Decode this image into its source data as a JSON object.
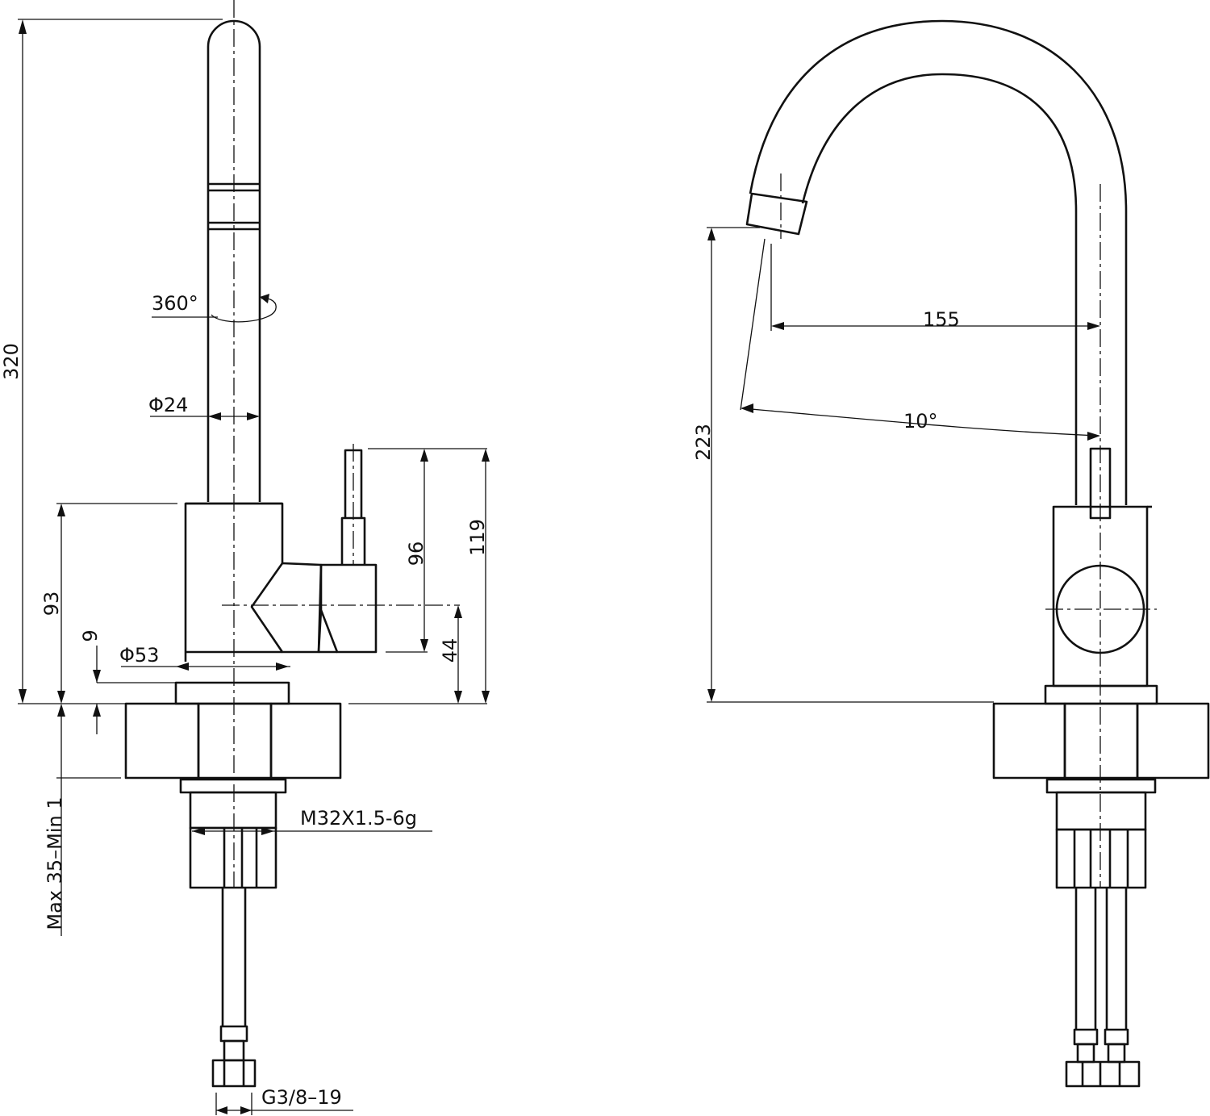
{
  "dimensions": {
    "total_height": "320",
    "swivel": "360°",
    "spout_diameter": "Φ24",
    "body_height": "93",
    "deck_collar": "9",
    "base_diameter": "Φ53",
    "deck_thickness": "Max 35–Min 1",
    "thread": "M32X1.5-6g",
    "hose_connector": "G3/8–19",
    "handle_top": "96",
    "handle_pivot": "44",
    "handle_total": "119",
    "outlet_height": "223",
    "reach": "155",
    "outlet_angle": "10°"
  }
}
